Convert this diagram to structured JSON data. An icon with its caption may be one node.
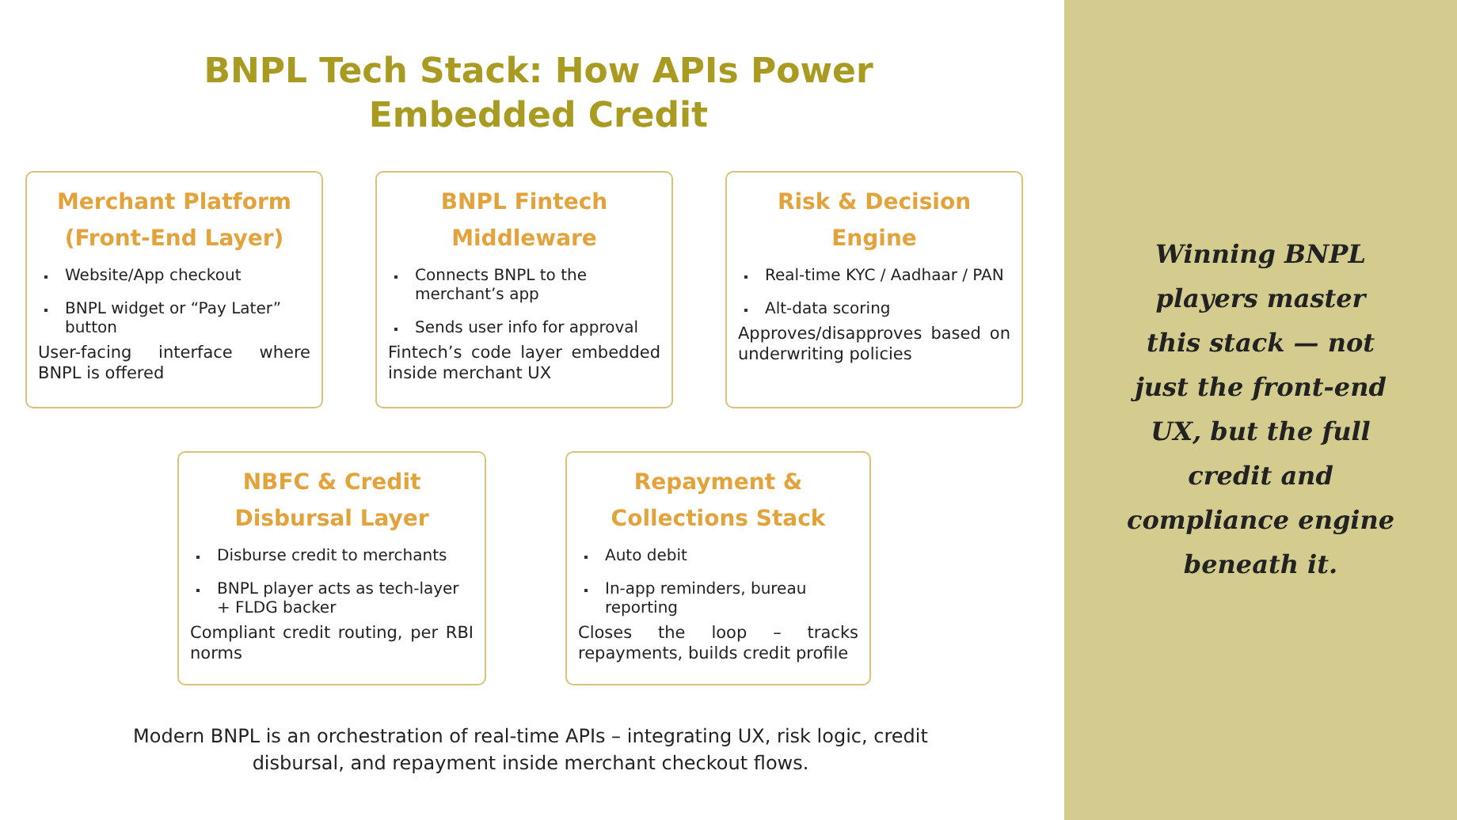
{
  "diagram": {
    "title": "BNPL Tech Stack: How APIs Power Embedded Credit",
    "caption": "Modern BNPL is an orchestration of real-time APIs – integrating UX, risk logic, credit disbursal, and repayment inside merchant checkout flows.",
    "nodes": [
      {
        "text": [
          "Merchant Platform (Front-End Layer)",
          "Website/App checkout",
          "BNPL widget or “Pay Later” button",
          "User-facing interface where BNPL is offered"
        ]
      },
      {
        "text": [
          "BNPL Fintech Middleware",
          "Connects BNPL to the merchant’s app",
          "Sends user info for approval",
          "Fintech’s code layer embedded inside merchant UX"
        ]
      },
      {
        "text": [
          "Risk & Decision Engine",
          "Real-time KYC / Aadhaar / PAN",
          "Alt-data scoring",
          "Approves/disapproves based on underwriting policies"
        ]
      },
      {
        "text": [
          "NBFC & Credit Disbursal Layer",
          "Disburse credit  to merchants",
          "BNPL player acts as tech-layer + FLDG backer",
          "Compliant credit routing, per RBI norms"
        ]
      },
      {
        "text": [
          "Repayment & Collections Stack",
          "Auto debit",
          "In-app reminders, bureau reporting",
          "Closes the loop – tracks repayments, builds credit profile"
        ]
      },
      {
        "text": [
          "Winning BNPL players master this stack — not just the front-end UX, but the full credit and compliance engine beneath it."
        ]
      }
    ],
    "edges": []
  }
}
